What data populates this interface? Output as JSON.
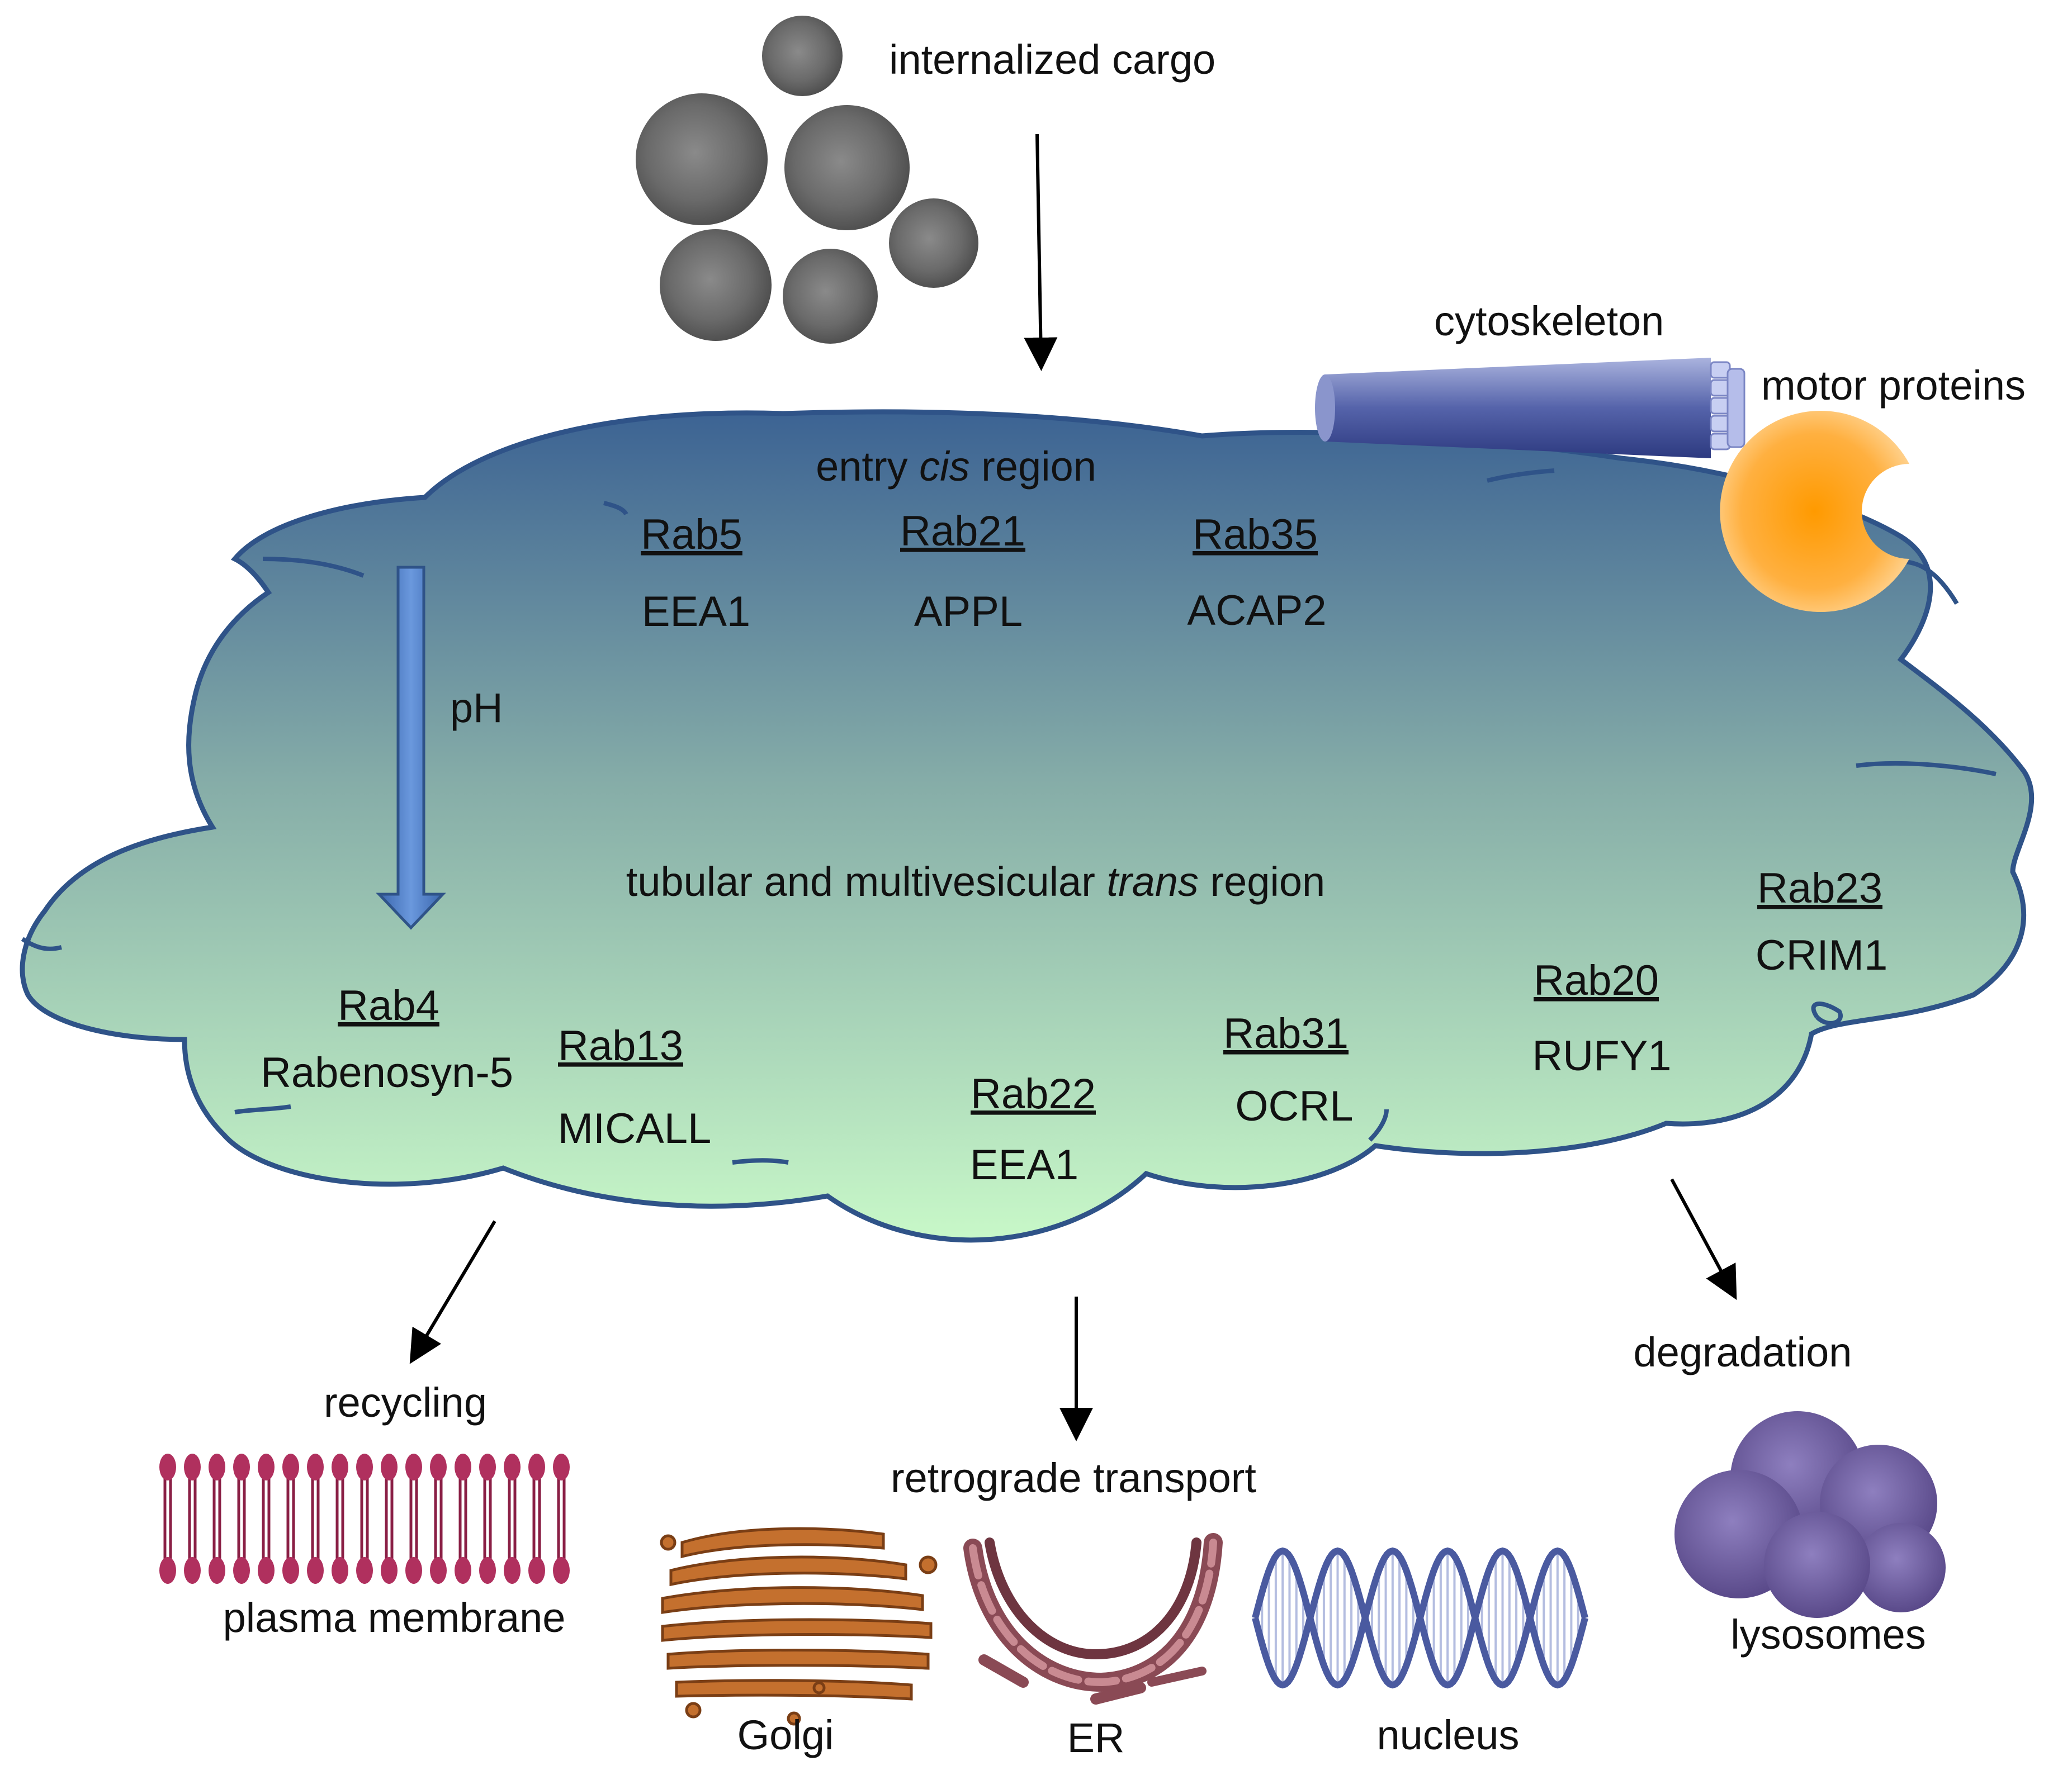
{
  "labels": {
    "internalized_cargo": "internalized cargo",
    "cytoskeleton": "cytoskeleton",
    "motor_proteins": "motor proteins",
    "entry_prefix": "entry ",
    "entry_italic": "cis",
    "entry_suffix": " region",
    "ph": "pH",
    "trans_prefix": "tubular and multivesicular ",
    "trans_italic": "trans",
    "trans_suffix": " region",
    "recycling": "recycling",
    "plasma_membrane": "plasma membrane",
    "retrograde_transport": "retrograde transport",
    "golgi": "Golgi",
    "er": "ER",
    "nucleus": "nucleus",
    "degradation": "degradation",
    "lysosomes": "lysosomes"
  },
  "rabs": {
    "rab5": {
      "rab": "Rab5",
      "effector": "EEA1"
    },
    "rab21": {
      "rab": "Rab21",
      "effector": "APPL"
    },
    "rab35": {
      "rab": "Rab35",
      "effector": "ACAP2"
    },
    "rab4": {
      "rab": "Rab4",
      "effector": "Rabenosyn-5"
    },
    "rab13": {
      "rab": "Rab13",
      "effector": "MICALL"
    },
    "rab22": {
      "rab": "Rab22",
      "effector": "EEA1"
    },
    "rab31": {
      "rab": "Rab31",
      "effector": "OCRL"
    },
    "rab20": {
      "rab": "Rab20",
      "effector": "RUFY1"
    },
    "rab23": {
      "rab": "Rab23",
      "effector": "CRIM1"
    }
  },
  "colors": {
    "endosome_top": "#3d6494",
    "endosome_bottom": "#c6f7c6",
    "endosome_outline": "#2f5388",
    "ph_arrow": "#4f7fc6",
    "cargo": "#707070",
    "motor": "#f7a020",
    "cytoskeleton": "#3a4d9a",
    "membrane": "#b0305e",
    "golgi": "#c46a30",
    "er": "#8a4a55",
    "dna": "#4a5aa0",
    "lysosome": "#7a6aa8"
  }
}
